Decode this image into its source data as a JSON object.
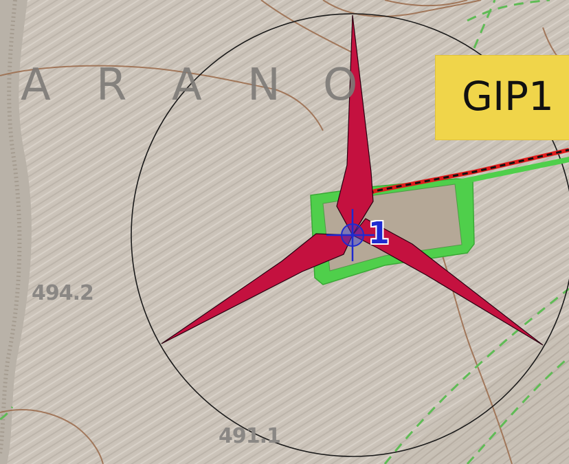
{
  "map": {
    "place_name_letters": [
      "A",
      "R",
      "A",
      "N",
      "O"
    ],
    "elevations": [
      "494.2",
      "491.1"
    ],
    "plot_label": "GIP1",
    "turbine": {
      "number": "1",
      "blade_color": "#c4113f",
      "platform_color": "#4fcf4b",
      "marker_color": "#1e2ad0"
    },
    "label_color": "#f0d54a",
    "cable_colors": [
      "#e01b1b",
      "#111111"
    ],
    "contour_color": "#9a6a4a",
    "field_boundary_color": "#4fb84a"
  }
}
